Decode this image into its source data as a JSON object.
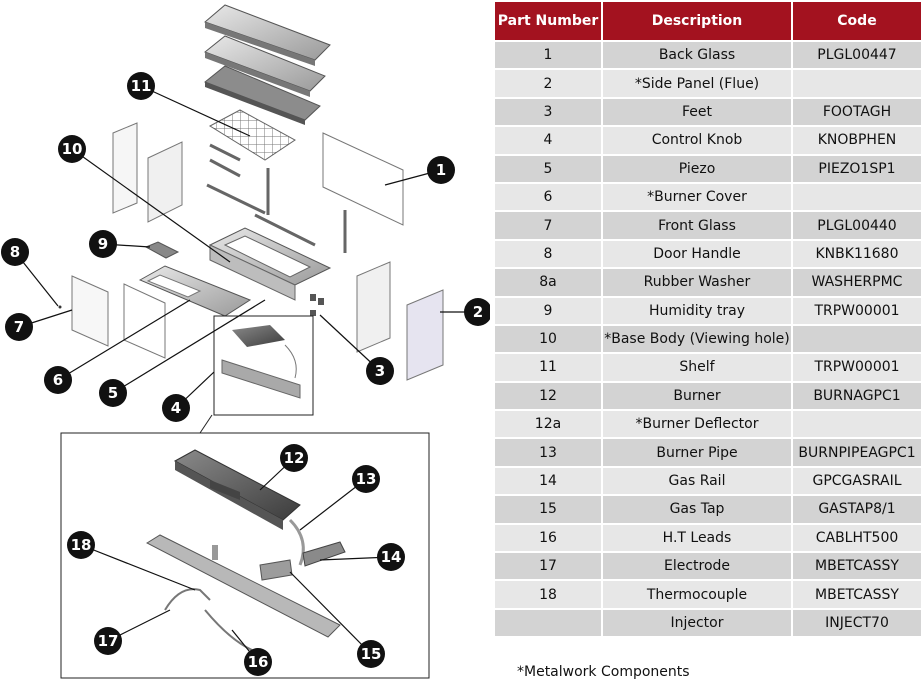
{
  "table": {
    "headers": {
      "part_number": "Part Number",
      "description": "Description",
      "code": "Code"
    },
    "rows": [
      {
        "part": "1",
        "desc": "Back Glass",
        "code": "PLGL00447"
      },
      {
        "part": "2",
        "desc": "*Side Panel (Flue)",
        "code": ""
      },
      {
        "part": "3",
        "desc": "Feet",
        "code": "FOOTAGH"
      },
      {
        "part": "4",
        "desc": "Control Knob",
        "code": "KNOBPHEN"
      },
      {
        "part": "5",
        "desc": "Piezo",
        "code": "PIEZO1SP1"
      },
      {
        "part": "6",
        "desc": "*Burner Cover",
        "code": ""
      },
      {
        "part": "7",
        "desc": "Front Glass",
        "code": "PLGL00440"
      },
      {
        "part": "8",
        "desc": "Door Handle",
        "code": "KNBK11680"
      },
      {
        "part": "8a",
        "desc": "Rubber Washer",
        "code": "WASHERPMC"
      },
      {
        "part": "9",
        "desc": "Humidity tray",
        "code": "TRPW00001"
      },
      {
        "part": "10",
        "desc": "*Base Body (Viewing hole)",
        "code": ""
      },
      {
        "part": "11",
        "desc": "Shelf",
        "code": "TRPW00001"
      },
      {
        "part": "12",
        "desc": "Burner",
        "code": "BURNAGPC1"
      },
      {
        "part": "12a",
        "desc": "*Burner Deflector",
        "code": ""
      },
      {
        "part": "13",
        "desc": "Burner Pipe",
        "code": "BURNPIPEAGPC1"
      },
      {
        "part": "14",
        "desc": "Gas Rail",
        "code": "GPCGASRAIL"
      },
      {
        "part": "15",
        "desc": "Gas Tap",
        "code": "GASTAP8/1"
      },
      {
        "part": "16",
        "desc": "H.T Leads",
        "code": "CABLHT500"
      },
      {
        "part": "17",
        "desc": "Electrode",
        "code": "MBETCASSY"
      },
      {
        "part": "18",
        "desc": "Thermocouple",
        "code": "MBETCASSY"
      },
      {
        "part": "",
        "desc": "Injector",
        "code": "INJECT70"
      }
    ]
  },
  "footnote": "*Metalwork Components",
  "callouts": [
    "1",
    "2",
    "3",
    "4",
    "5",
    "6",
    "7",
    "8",
    "9",
    "10",
    "11",
    "12",
    "13",
    "14",
    "15",
    "16",
    "17",
    "18"
  ],
  "colors": {
    "header_red": "#a3121f",
    "row_dark": "#d3d3d3",
    "row_light": "#e7e7e7",
    "callout_fill": "#111111"
  }
}
